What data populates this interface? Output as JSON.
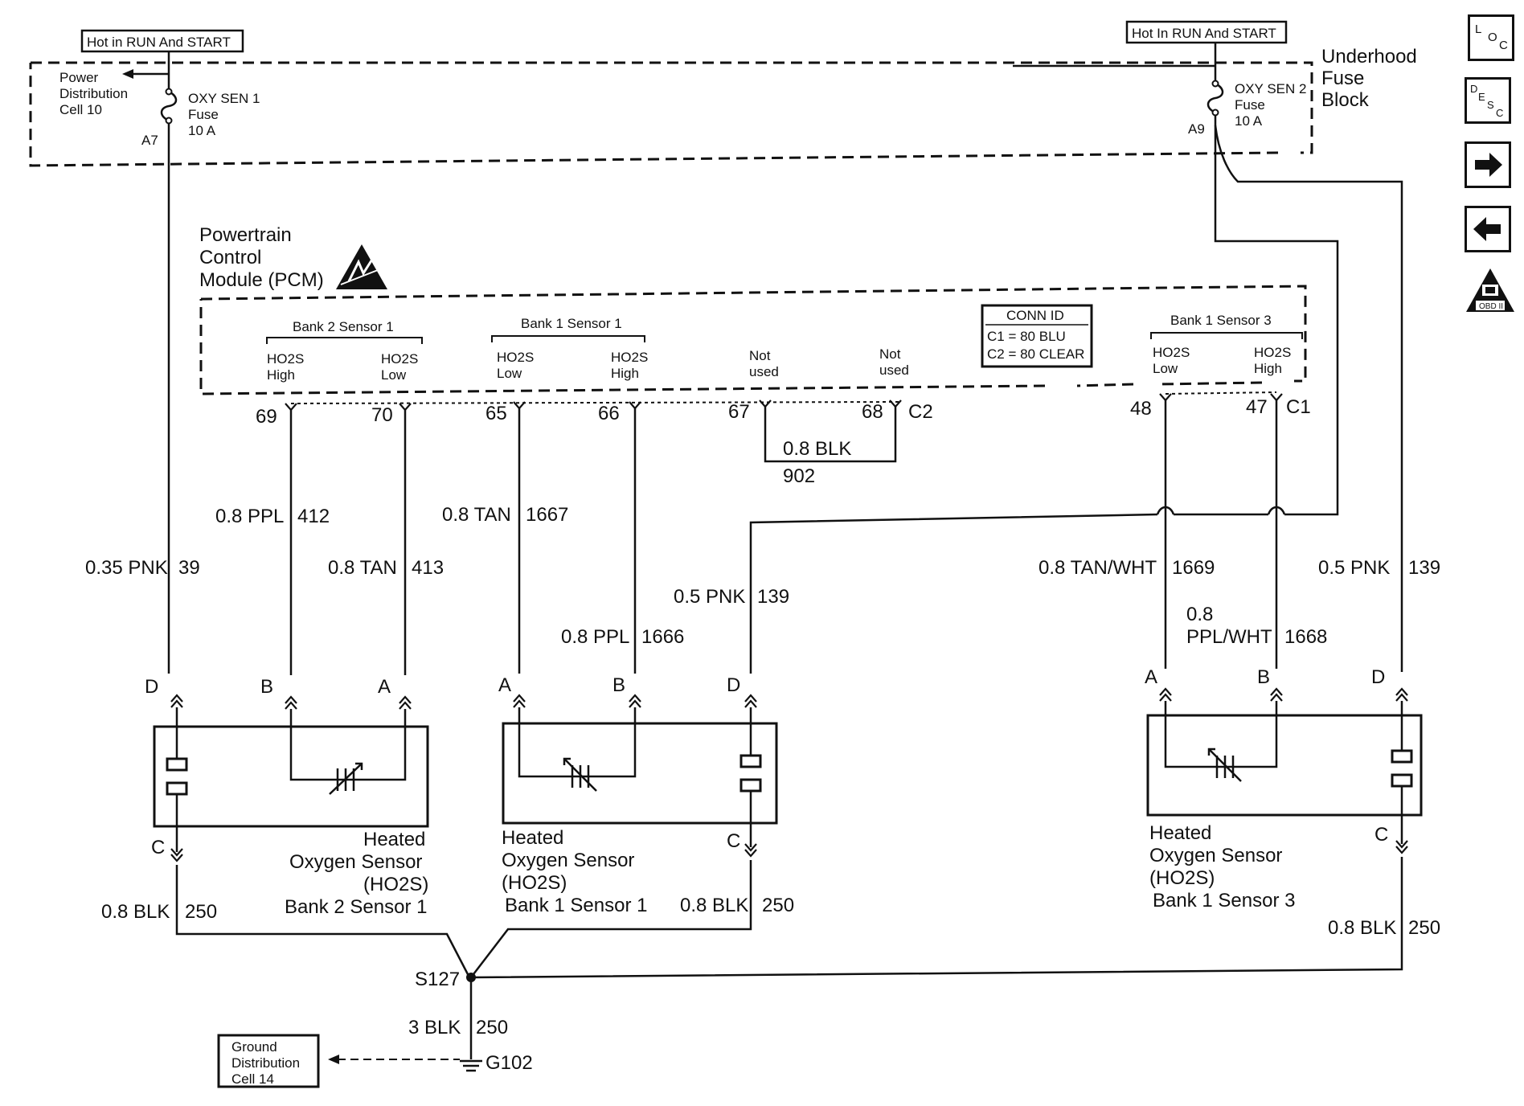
{
  "power": {
    "hot_left": "Hot in RUN And START",
    "hot_right": "Hot In RUN And START",
    "power_dist": [
      "Power",
      "Distribution",
      "Cell 10"
    ],
    "fuse1": [
      "OXY SEN 1",
      "Fuse",
      "10 A"
    ],
    "fuse1_pin": "A7",
    "fuse2": [
      "OXY SEN 2",
      "Fuse",
      "10 A"
    ],
    "fuse2_pin": "A9",
    "fuse_block": [
      "Underhood",
      "Fuse",
      "Block"
    ]
  },
  "pcm": {
    "title": [
      "Powertrain",
      "Control",
      "Module (PCM)"
    ],
    "groups": {
      "b2s1": "Bank 2 Sensor 1",
      "b1s1": "Bank 1 Sensor 1",
      "b1s3": "Bank 1 Sensor 3"
    },
    "pins": {
      "p69_name": [
        "HO2S",
        "High"
      ],
      "p70_name": [
        "HO2S",
        "Low"
      ],
      "p65_name": [
        "HO2S",
        "Low"
      ],
      "p66_name": [
        "HO2S",
        "High"
      ],
      "p67_name": [
        "Not",
        "used"
      ],
      "p68_name": [
        "Not",
        "used"
      ],
      "p48_name": [
        "HO2S",
        "Low"
      ],
      "p47_name": [
        "HO2S",
        "High"
      ],
      "p69": "69",
      "p70": "70",
      "p65": "65",
      "p66": "66",
      "p67": "67",
      "p68": "68",
      "p48": "48",
      "p47": "47",
      "c1": "C1",
      "c2": "C2"
    },
    "conn_id": {
      "title": "CONN ID",
      "c1": "C1 = 80 BLU",
      "c2": "C2 = 80 CLEAR"
    }
  },
  "wires": {
    "w39a": [
      "0.35 PNK",
      "39"
    ],
    "w412": [
      "0.8 PPL",
      "412"
    ],
    "w413": [
      "0.8 TAN",
      "413"
    ],
    "w1667": [
      "0.8 TAN",
      "1667"
    ],
    "w1666": [
      "0.8 PPL",
      "1666"
    ],
    "w139a": [
      "0.5 PNK",
      "139"
    ],
    "w902": [
      "0.8 BLK",
      "902"
    ],
    "w1669": [
      "0.8 TAN/WHT",
      "1669"
    ],
    "w1668": [
      "0.8",
      "PPL/WHT",
      "1668"
    ],
    "w139b": [
      "0.5 PNK",
      "139"
    ],
    "g1": [
      "0.8 BLK",
      "250"
    ],
    "g2": [
      "0.8 BLK",
      "250"
    ],
    "g3": [
      "0.8 BLK",
      "250"
    ],
    "g_main": [
      "3 BLK",
      "250"
    ]
  },
  "sensors": {
    "b2s1": [
      "Heated",
      "Oxygen Sensor",
      "(HO2S)",
      "Bank 2 Sensor 1"
    ],
    "b1s1": [
      "Heated",
      "Oxygen Sensor",
      "(HO2S)",
      "Bank 1 Sensor 1"
    ],
    "b1s3": [
      "Heated",
      "Oxygen Sensor",
      "(HO2S)",
      "Bank 1 Sensor 3"
    ],
    "pins": {
      "a": "A",
      "b": "B",
      "c": "C",
      "d": "D"
    }
  },
  "ground": {
    "splice": "S127",
    "ground": "G102",
    "dist": [
      "Ground",
      "Distribution",
      "Cell 14"
    ]
  },
  "nav": {
    "loc": [
      "L",
      "O",
      "C"
    ],
    "desc": [
      "D",
      "E",
      "S",
      "C"
    ],
    "obd": "OBD II"
  }
}
